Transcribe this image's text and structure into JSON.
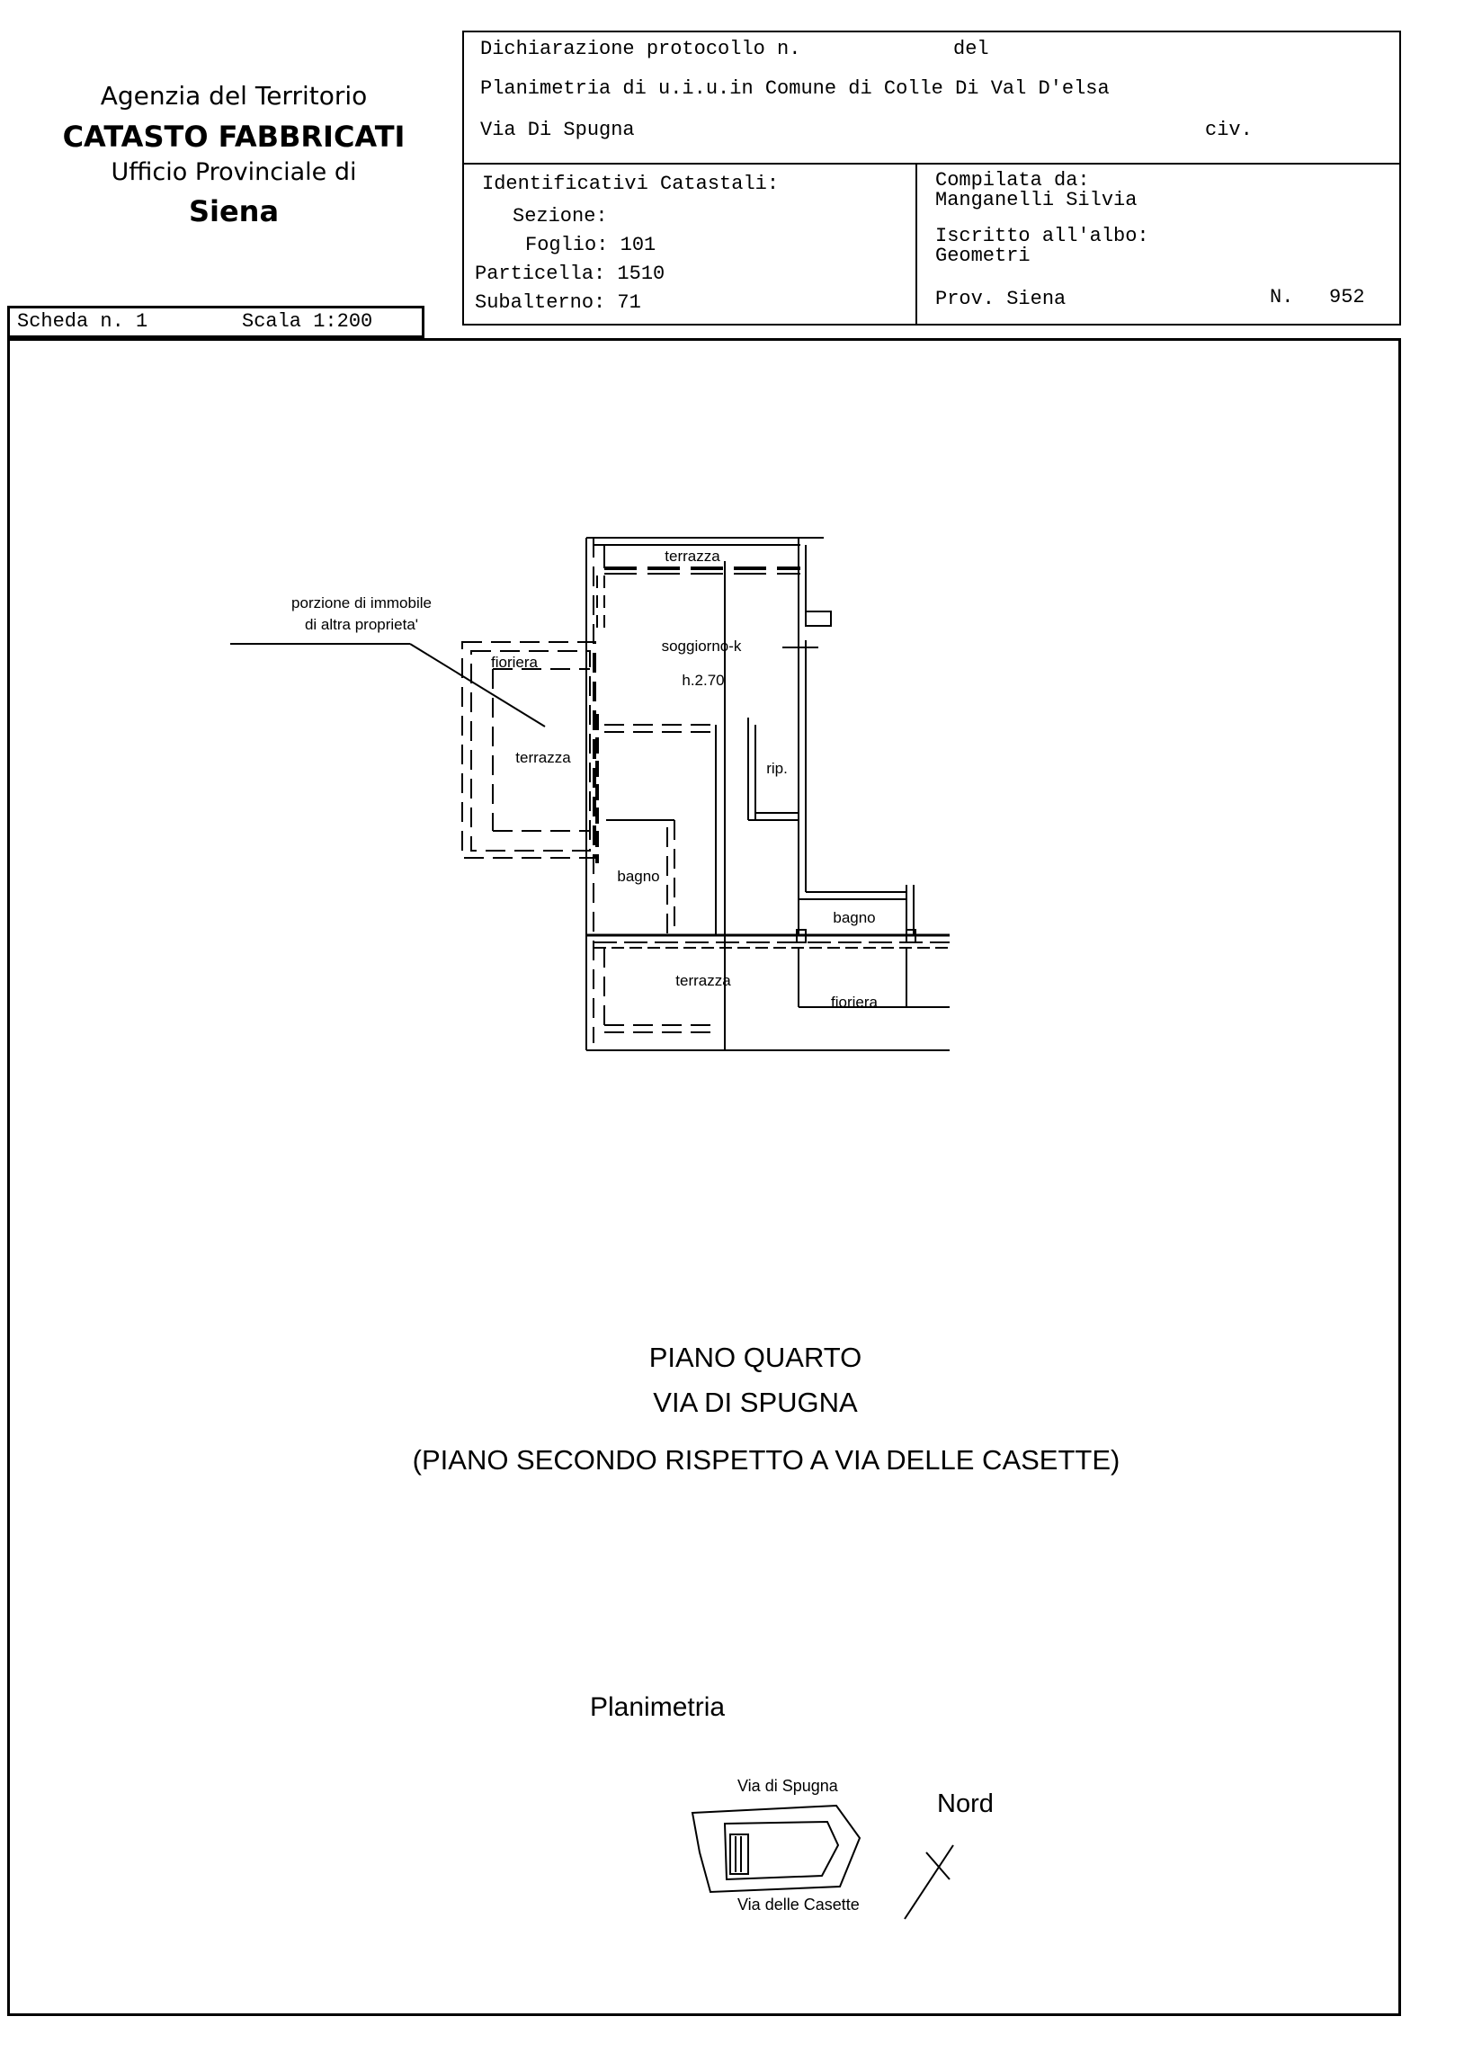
{
  "agency": {
    "line1": "Agenzia del Territorio",
    "line2": "CATASTO FABBRICATI",
    "line3": "Ufficio Provinciale di",
    "line4": "Siena"
  },
  "scheda": {
    "scheda": "Scheda n. 1",
    "scala": "Scala 1:200"
  },
  "header": {
    "protocollo": "Dichiarazione protocollo n.",
    "del": "del",
    "planimetria": "Planimetria di u.i.u.in Comune di Colle Di Val D'elsa",
    "via": "Via Di Spugna",
    "civ": "civ.",
    "identificativi": "Identificativi Catastali:",
    "sezione": "Sezione:",
    "foglio": "Foglio: 101",
    "particella": "Particella: 1510",
    "subalterno": "Subalterno: 71",
    "compilata": "Compilata da:",
    "compilatore": "Manganelli Silvia",
    "iscritto": "Iscritto all'albo:",
    "albo": "Geometri",
    "prov": "Prov. Siena",
    "numero": "N.   952"
  },
  "plan": {
    "porzione_1": "porzione di immobile",
    "porzione_2": "di altra proprieta'",
    "terrazza_top": "terrazza",
    "soggiorno": "soggiorno-k",
    "altezza": "h.2.70",
    "fioriera_left": "fioriera",
    "terrazza_left": "terrazza",
    "rip": "rip.",
    "bagno_1": "bagno",
    "bagno_2": "bagno",
    "terrazza_bottom": "terrazza",
    "fioriera_bottom": "fioriera"
  },
  "caption": {
    "piano": "PIANO QUARTO",
    "via": "VIA DI SPUGNA",
    "nota": "(PIANO SECONDO RISPETTO A VIA DELLE CASETTE)"
  },
  "locator": {
    "title": "Planimetria",
    "via_top": "Via di Spugna",
    "via_bottom": "Via delle Casette",
    "nord": "Nord"
  }
}
